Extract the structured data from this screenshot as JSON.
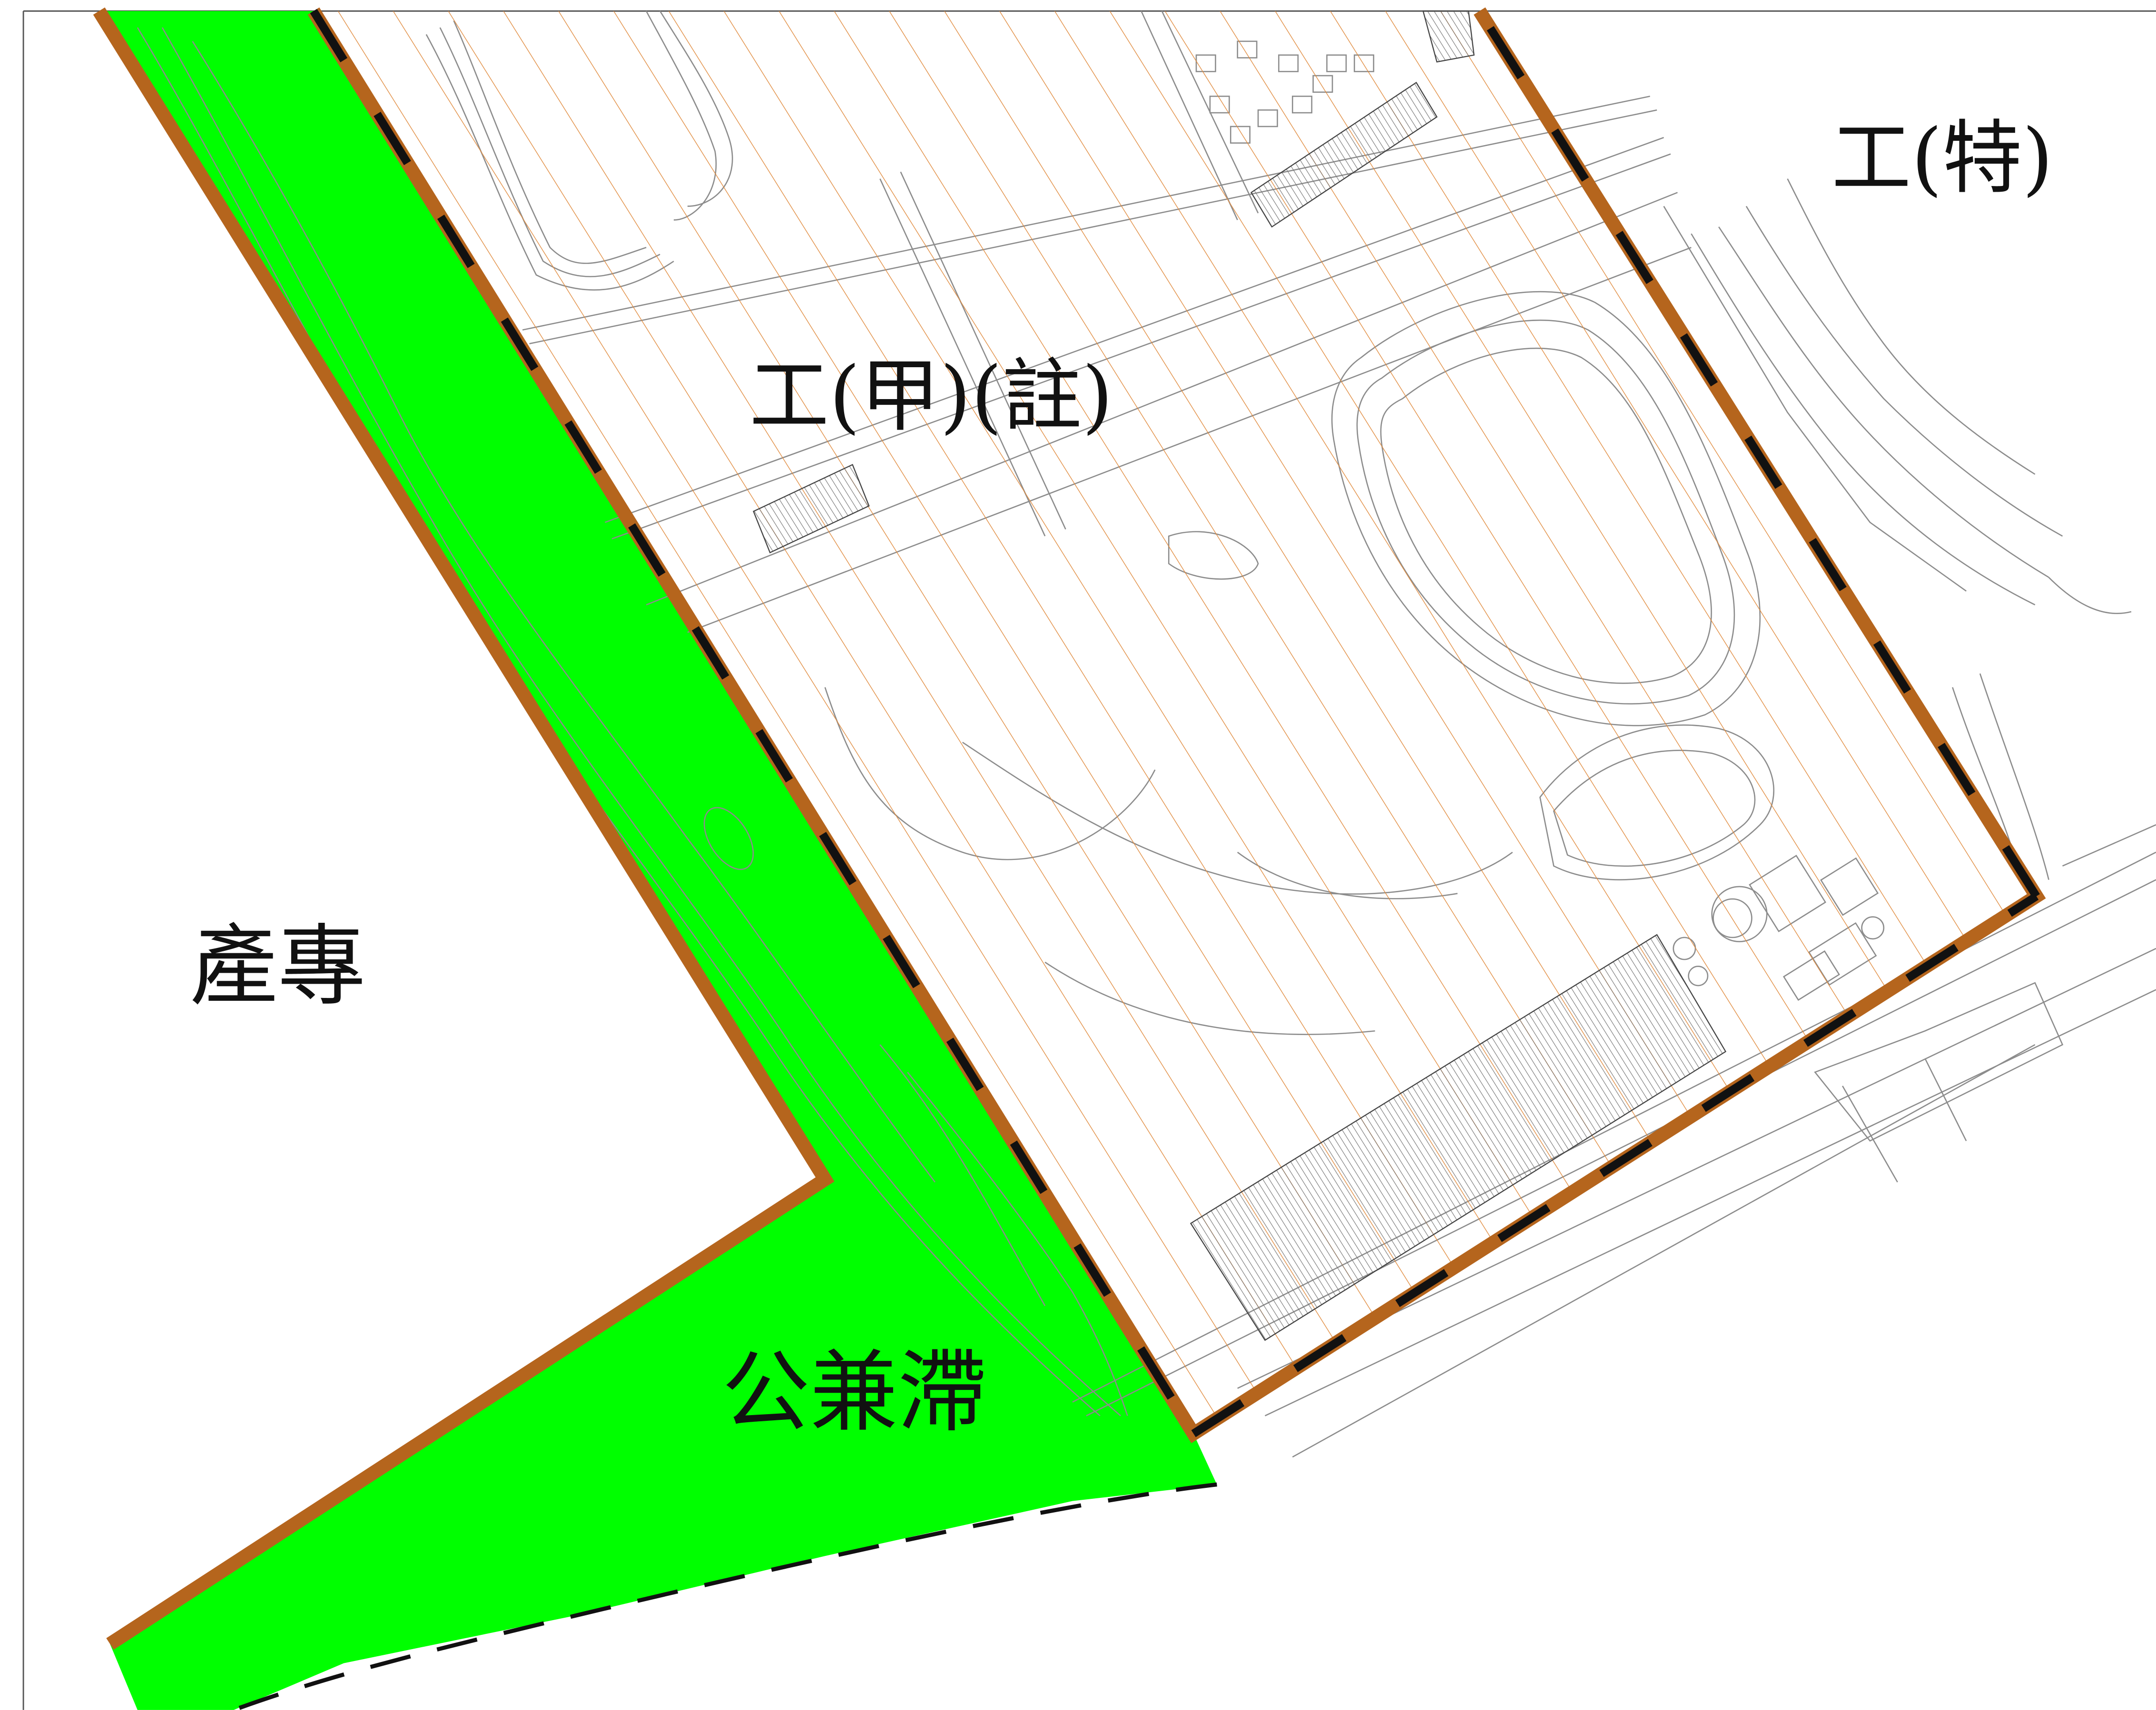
{
  "labels": {
    "industrial_a_note": "工(甲)(註)",
    "industrial_special": "工(特)",
    "industrial_park": "產專",
    "detention_pond": "公兼滯"
  },
  "colors": {
    "boundary_brown": "#b5651d",
    "green_zone": "#00ff00",
    "hatch_orange": "#e08a3c",
    "contour_gray": "#8c8c8c",
    "dash_black": "#111111"
  }
}
